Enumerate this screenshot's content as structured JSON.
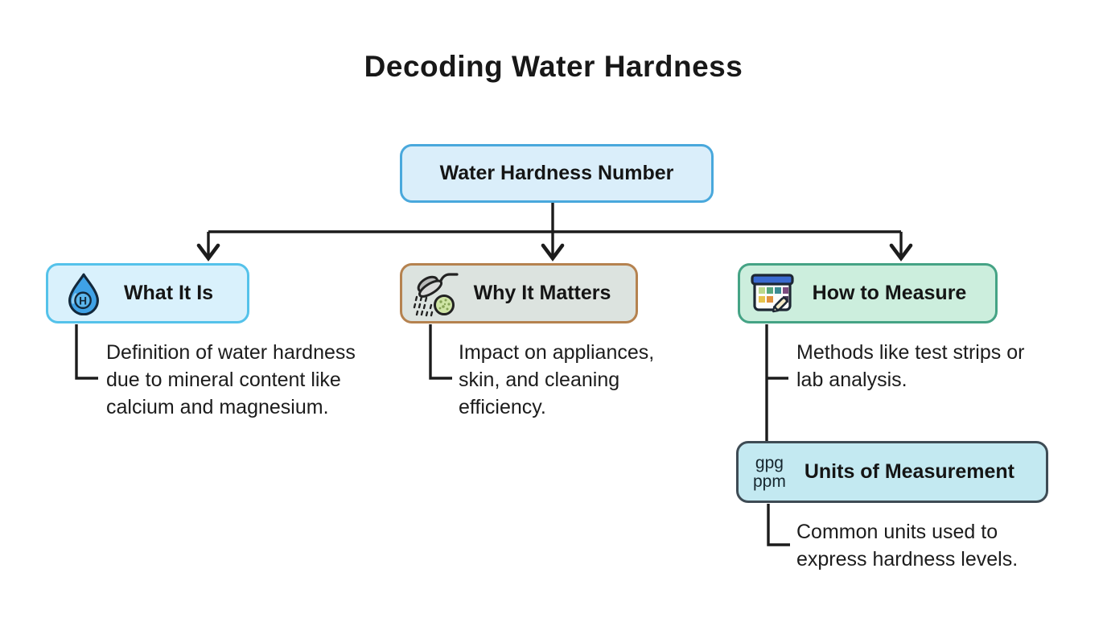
{
  "title": "Decoding Water Hardness",
  "root_node": {
    "label": "Water Hardness Number"
  },
  "branches": {
    "what_it_is": {
      "label": "What It Is",
      "icon": "water-drop-icon",
      "icon_letter": "H",
      "description": "Definition of water hardness due to mineral content like calcium and magnesium.",
      "bg_color": "#d9f1fc",
      "border_color": "#54c2ea"
    },
    "why_it_matters": {
      "label": "Why It Matters",
      "icon": "shower-head-icon",
      "description": "Impact on appliances, skin, and cleaning efficiency.",
      "bg_color": "#dce3df",
      "border_color": "#b5824f"
    },
    "how_to_measure": {
      "label": "How to Measure",
      "icon": "test-kit-icon",
      "description": "Methods like test strips or lab analysis.",
      "bg_color": "#cceedd",
      "border_color": "#45a385",
      "child": {
        "label": "Units of Measurement",
        "unit_abbreviations": "gpg\nppm",
        "description": "Common units used to express hardness levels.",
        "bg_color": "#c3e9f1",
        "border_color": "#3e4b54"
      }
    }
  },
  "palette": {
    "background": "#ffffff",
    "connector": "#1c1c1c",
    "title_text": "#181818",
    "root_bg": "#daeefa",
    "root_border": "#49a8dc"
  }
}
